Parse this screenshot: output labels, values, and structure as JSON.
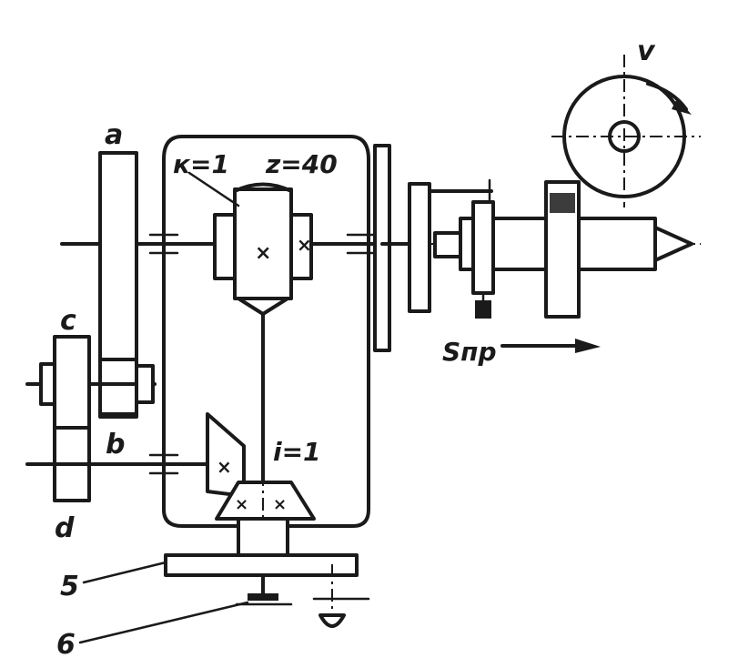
{
  "labels": {
    "gear_a": "a",
    "gear_b": "b",
    "gear_c": "c",
    "gear_d": "d",
    "worm_k": "к=1",
    "wheel_z": "z=40",
    "bevel_ratio": "i=1",
    "speed_v": "v",
    "feed_s": "Sпр",
    "part_5": "5",
    "part_6": "6"
  },
  "colors": {
    "ink": "#1a1a1a",
    "paper": "#ffffff"
  }
}
